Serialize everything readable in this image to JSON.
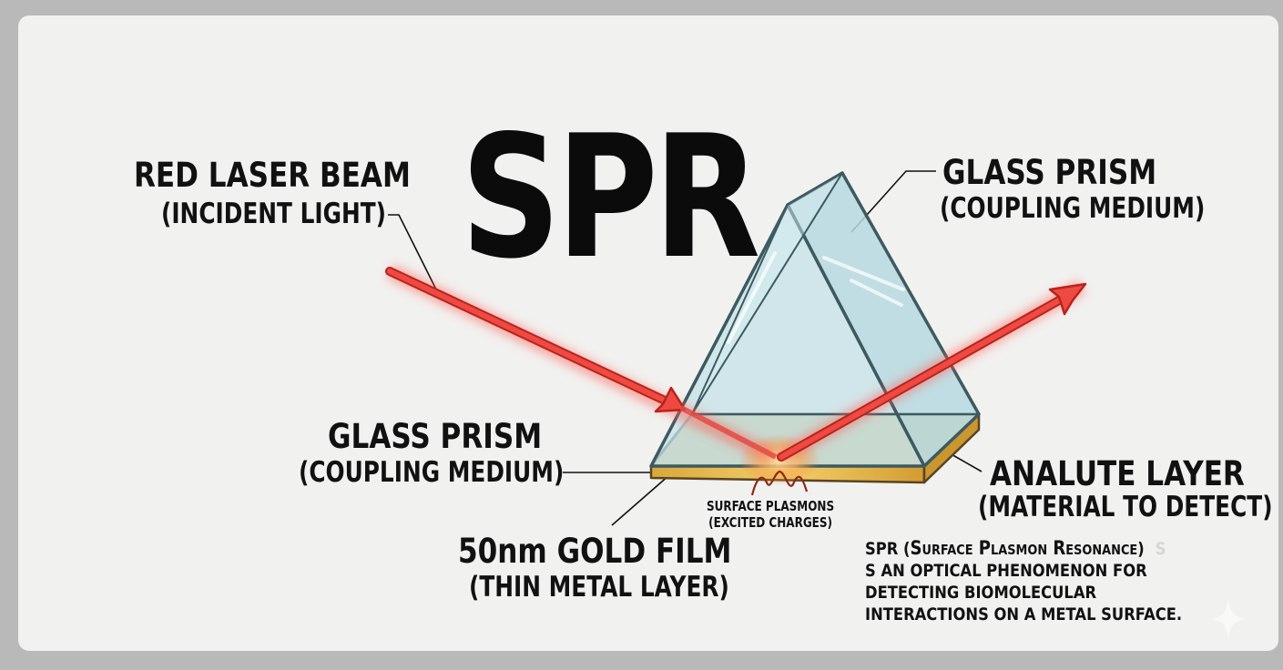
{
  "title": "SPR",
  "labels": {
    "laser": {
      "line1": "RED LASER BEAM",
      "line2": "(INCIDENT LIGHT)"
    },
    "prism_top": {
      "line1": "GLASS PRISM",
      "line2": "(COUPLING MEDIUM)"
    },
    "prism_left": {
      "line1": "GLASS PRISM",
      "line2": "(COUPLING MEDIUM)"
    },
    "gold_film": {
      "line1": "50nm GOLD FILM",
      "line2": "(THIN METAL LAYER)"
    },
    "analyte": {
      "line1": "ANALUTE LAYER",
      "line2": "(MATERIAL TO DETECT)"
    },
    "plasmons": {
      "line1": "SURFACE PLASMONS",
      "line2": "(EXCITED CHARGES)"
    }
  },
  "description": {
    "heading_prefix": "SPR (",
    "heading_sc": "Surface Plasmon Resonance",
    "heading_suffix": ")",
    "ghost": "S",
    "body": "S AN OPTICAL PHENOMENON FOR DETECTING BIOMOLECULAR INTERACTIONS ON A METAL SURFACE."
  },
  "colors": {
    "background_outer": "#b9b9b9",
    "card": "#f1f1f0",
    "laser": "#e8443d",
    "glass": "#bcdde3",
    "gold": "#e2b34a",
    "analyte": "#cdbf86",
    "outline": "#3d5a60"
  },
  "icons": {
    "sparkle": "sparkle-icon"
  }
}
